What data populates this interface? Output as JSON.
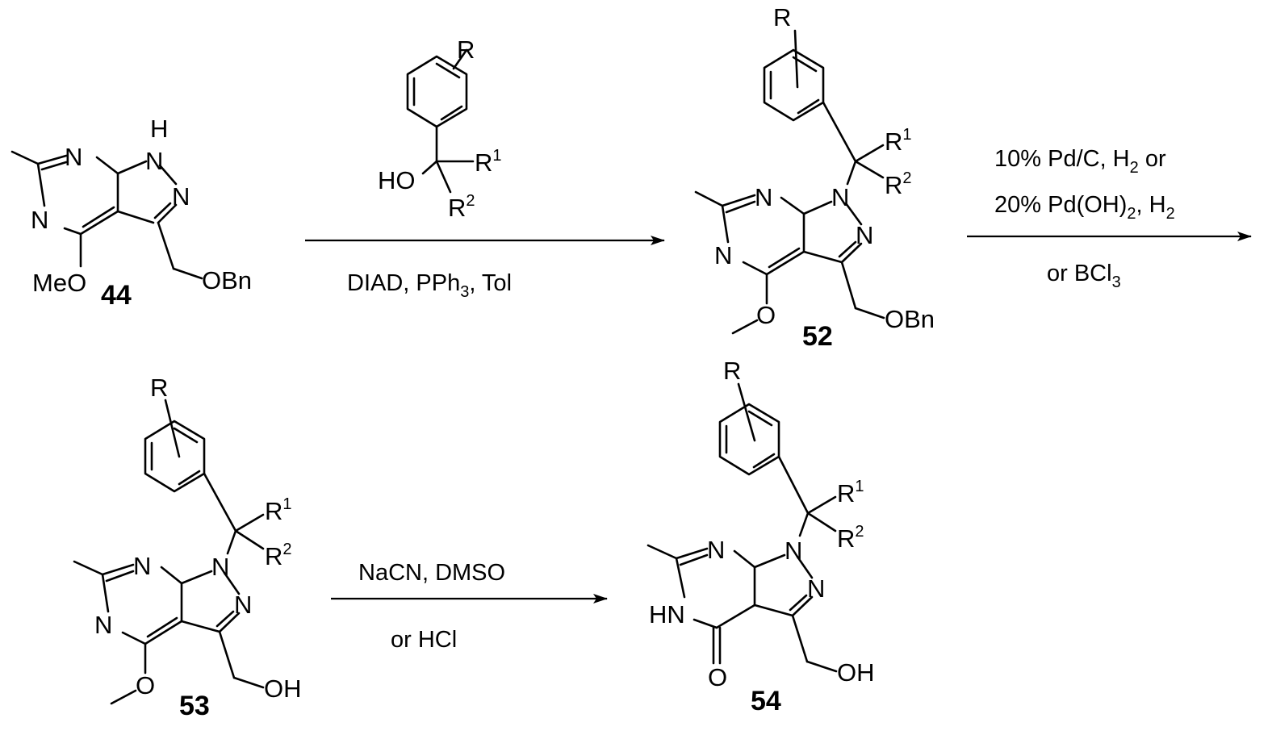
{
  "compounds": {
    "c44": {
      "number": "44",
      "atoms": {
        "n_ring_top": "N",
        "n_ring_left": "N",
        "nh_h": "H",
        "n1": "N",
        "n2": "N",
        "meo": "MeO",
        "obn": "OBn"
      }
    },
    "reagent_alcohol": {
      "atoms": {
        "r": "R",
        "ho": "HO",
        "r1_base": "R",
        "r1_sup": "1",
        "r2_base": "R",
        "r2_sup": "2"
      }
    },
    "c52": {
      "number": "52",
      "atoms": {
        "r": "R",
        "r1_base": "R",
        "r1_sup": "1",
        "r2_base": "R",
        "r2_sup": "2",
        "n_ring_top": "N",
        "n1": "N",
        "n_ring_left": "N",
        "n2": "N",
        "o": "O",
        "obn": "OBn"
      }
    },
    "c53": {
      "number": "53",
      "atoms": {
        "r": "R",
        "r1_base": "R",
        "r1_sup": "1",
        "r2_base": "R",
        "r2_sup": "2",
        "n_ring_top": "N",
        "n1": "N",
        "n_ring_left": "N",
        "n2": "N",
        "o": "O",
        "oh": "OH"
      }
    },
    "c54": {
      "number": "54",
      "atoms": {
        "r": "R",
        "r1_base": "R",
        "r1_sup": "1",
        "r2_base": "R",
        "r2_sup": "2",
        "n_ring_top": "N",
        "n1": "N",
        "hn": "HN",
        "n2": "N",
        "o": "O",
        "oh": "OH"
      }
    }
  },
  "steps": {
    "step1": {
      "below": "DIAD, PPh",
      "below_sub": "3",
      "below_tail": ", Tol"
    },
    "step2": {
      "line1": "10% Pd/C, H",
      "line1_sub": "2",
      "line1_tail": " or",
      "line2": "20% Pd(OH)",
      "line2_sub": "2",
      "line2_mid": ", H",
      "line2_sub2": "2",
      "line3": "or BCl",
      "line3_sub": "3"
    },
    "step3": {
      "above": "NaCN, DMSO",
      "below": "or HCl"
    }
  }
}
